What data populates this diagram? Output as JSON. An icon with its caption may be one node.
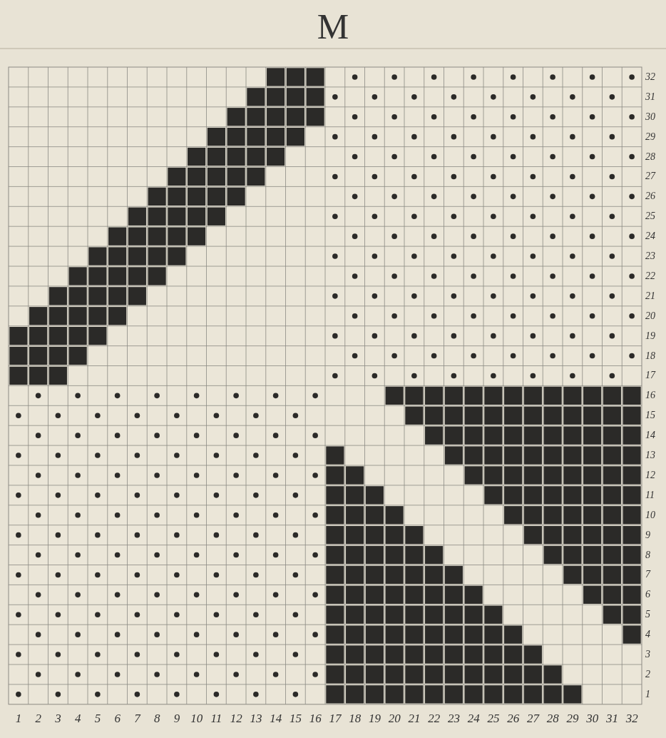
{
  "diagram": {
    "title": "M",
    "labels": [
      "32",
      "31",
      "30",
      "29",
      "28",
      "27",
      "26",
      "25",
      "24",
      "23",
      "22",
      "21",
      "20",
      "19",
      "18",
      "17",
      "16",
      "15",
      "14",
      "13",
      "12",
      "11",
      "10",
      "9",
      "8",
      "7",
      "6",
      "5",
      "4",
      "3",
      "2",
      "1",
      "1",
      "2",
      "3",
      "4",
      "5",
      "6",
      "7",
      "8",
      "9",
      "10",
      "11",
      "12",
      "13",
      "14",
      "15",
      "16",
      "17",
      "18",
      "19",
      "20",
      "21",
      "22",
      "23",
      "24",
      "25",
      "26",
      "27",
      "28",
      "29",
      "30",
      "31",
      "32"
    ]
  }
}
